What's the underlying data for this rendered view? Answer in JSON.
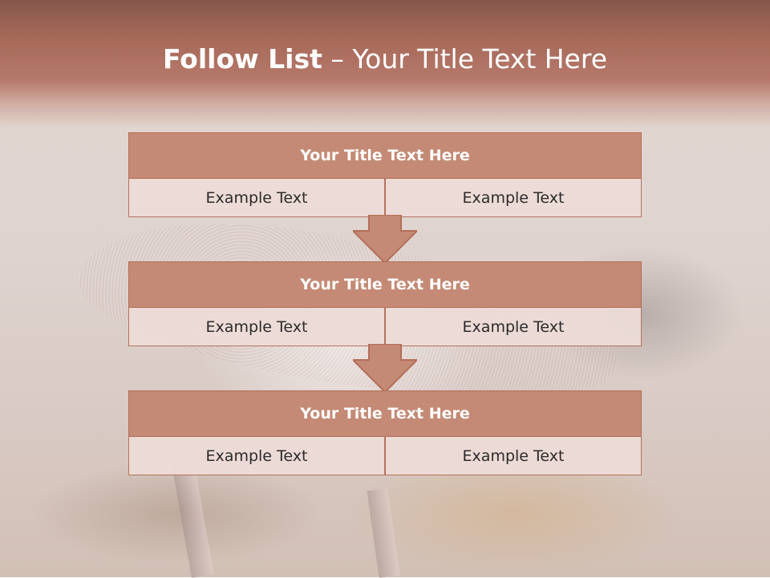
{
  "slide": {
    "title_bold": "Follow List",
    "title_rest": "– Your Title Text Here"
  },
  "rows": [
    {
      "title": "Your Title Text Here",
      "left": "Example Text",
      "right": "Example Text"
    },
    {
      "title": "Your Title Text Here",
      "left": "Example Text",
      "right": "Example Text"
    },
    {
      "title": "Your Title Text Here",
      "left": "Example Text",
      "right": "Example Text"
    }
  ],
  "colors": {
    "header_band": "#a76a59",
    "row_title_fill": "#c48a75",
    "cell_fill": "#eddcd7",
    "border": "#b36e58"
  }
}
